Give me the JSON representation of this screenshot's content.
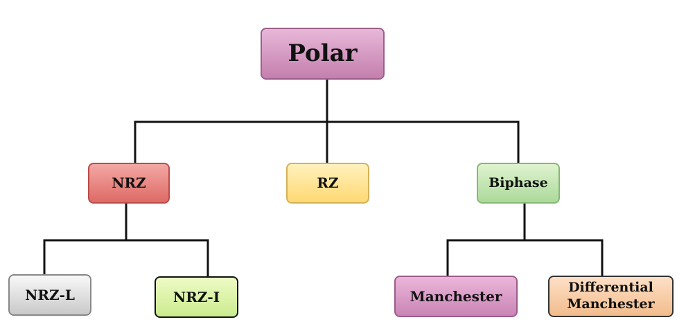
{
  "diagram": {
    "root": "Polar",
    "level2": {
      "nrz": "NRZ",
      "rz": "RZ",
      "biphase": "Biphase"
    },
    "level3": {
      "nrz_l": "NRZ-L",
      "nrz_i": "NRZ-I",
      "manchester": "Manchester",
      "differential_manchester_line1": "Differential",
      "differential_manchester_line2": "Manchester"
    }
  },
  "colors": {
    "polar": "#d59ac4",
    "nrz": "#e98884",
    "rz": "#ffe59a",
    "biphase": "#c4e6b4",
    "nrz_l": "#dddddd",
    "nrz_i": "#ddf3aa",
    "manchester": "#da9fc8",
    "differential_manchester": "#f7cea9",
    "connector": "#111111"
  }
}
